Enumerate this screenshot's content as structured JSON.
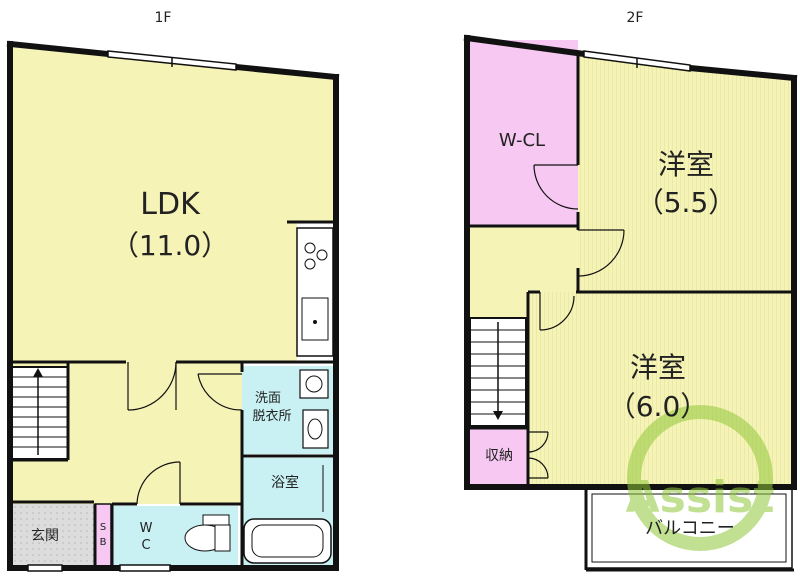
{
  "floors": {
    "first": {
      "label": "1F",
      "rooms": {
        "ldk_name": "LDK",
        "ldk_size": "（11.0）",
        "washroom_line1": "洗面",
        "washroom_line2": "脱衣所",
        "bath": "浴室",
        "entrance": "玄関",
        "shoebox_s": "S",
        "shoebox_b": "B",
        "wc_w": "W",
        "wc_c": "C"
      }
    },
    "second": {
      "label": "2F",
      "rooms": {
        "wcl": "W-CL",
        "western1_name": "洋室",
        "western1_size": "（5.5）",
        "western2_name": "洋室",
        "western2_size": "（6.0）",
        "storage": "収納",
        "balcony": "バルコニー"
      }
    }
  },
  "watermark": {
    "text": "Assist"
  },
  "colors": {
    "wall": "#111111",
    "ldk_floor": "#f6f3b6",
    "wet_area": "#c9f1f4",
    "closet": "#f6c8f2",
    "tatami_stripe": "#eceaa8",
    "entrance_tile": "#d8d8d8",
    "watermark": "#8fc83a"
  }
}
